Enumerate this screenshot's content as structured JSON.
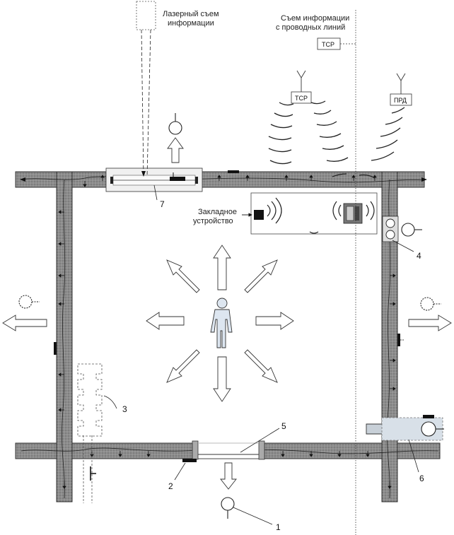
{
  "labels": {
    "laser": [
      "Лазерный съем",
      "информации"
    ],
    "wire": [
      "Съем информации",
      "с проводных линий"
    ],
    "bug": [
      "Закладное",
      "устройство"
    ]
  },
  "boxes": {
    "tsr_top": "ТСР",
    "tsr_mid": "ТСР",
    "prd": "ПРД"
  },
  "numbers": {
    "n1": "1",
    "n2": "2",
    "n3": "3",
    "n4": "4",
    "n5": "5",
    "n6": "6",
    "n7": "7"
  }
}
